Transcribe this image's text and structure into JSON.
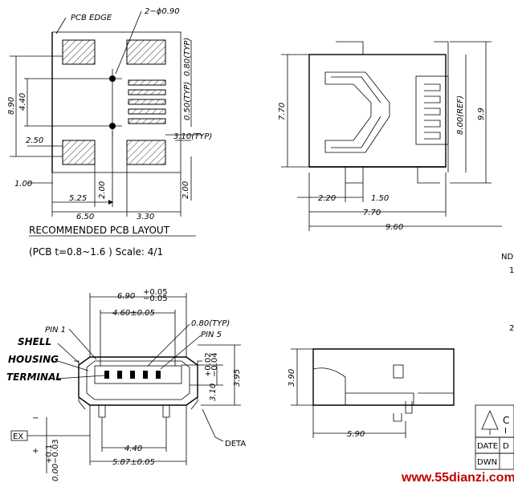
{
  "pcb_layout": {
    "labels": {
      "pcb_edge": "PCB EDGE",
      "holes": "2−ϕ0.90",
      "pitch": "0.80(TYP)",
      "pad_width": "0.50(TYP)",
      "pad_length": "3.10(TYP)",
      "d_890": "8.90",
      "d_440": "4.40",
      "d_250": "2.50",
      "d_100": "1.00",
      "d_200a": "2.00",
      "d_200b": "2.00",
      "d_525": "5.25",
      "d_650": "6.50",
      "d_330": "3.30"
    },
    "title": "RECOMMENDED PCB LAYOUT",
    "subtitle": "(PCB t=0.8~1.6 )  Scale: 4/1"
  },
  "top_view": {
    "labels": {
      "h_770": "7.70",
      "w_220": "2.20",
      "w_150": "1.50",
      "w_770": "7.70",
      "w_960": "9.60",
      "ref_800": "8.00(REF)",
      "h_99": "9.9"
    }
  },
  "front_view": {
    "labels": {
      "w_690": "6.90",
      "tol_690_up": "+0.05",
      "tol_690_dn": "−0.05",
      "w_460": "4.60±0.05",
      "pitch": "0.80(TYP)",
      "pin1": "PIN 1",
      "pin5": "PIN 5",
      "shell": "SHELL",
      "housing": "HOUSING",
      "terminal": "TERMINAL",
      "h_310": "3.10",
      "tol_310_up": "+0.02",
      "tol_310_dn": "−0.04",
      "h_395": "3.95",
      "w_440": "4.40",
      "w_587": "5.87±0.05",
      "zero": "0.00",
      "tol_zero_up": "+0.1",
      "tol_zero_dn": "−0.03",
      "detail": "DETA",
      "ex": "EX",
      "minus": "−",
      "plus": "+"
    }
  },
  "side_view": {
    "labels": {
      "h_390": "3.90",
      "w_590": "5.90"
    }
  },
  "title_block": {
    "brand_letter": "C",
    "brand_sub": "I",
    "date": "DATE",
    "date_val": "D",
    "drawn": "DWN"
  },
  "note": {
    "nd": "ND",
    "one": "1",
    "two": "2"
  },
  "watermark": "www.55dianzi.com"
}
